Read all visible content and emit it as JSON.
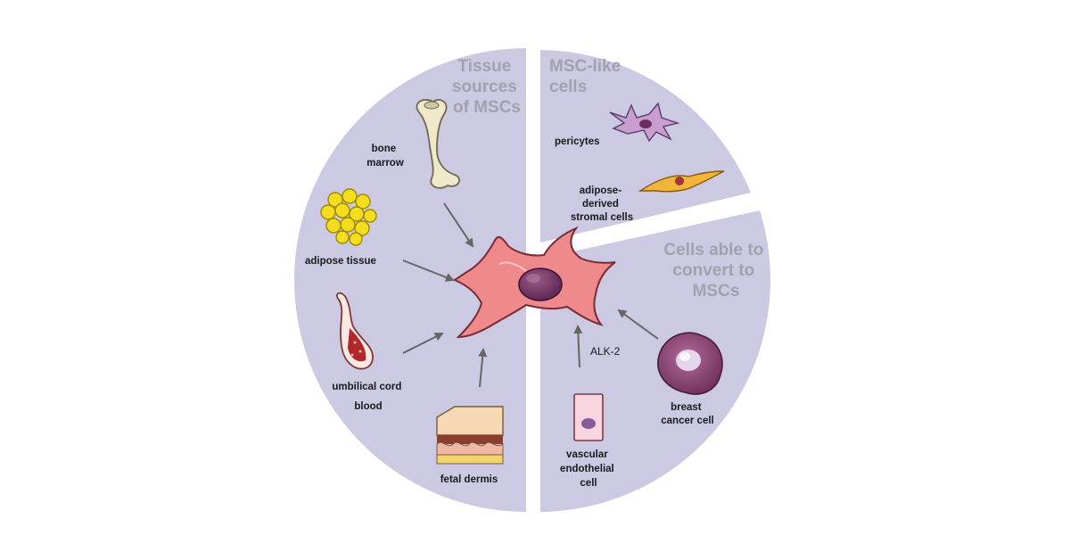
{
  "sections": {
    "tissue_sources": {
      "title_lines": [
        "Tissue",
        "sources",
        "of MSCs"
      ]
    },
    "msc_like": {
      "title_lines": [
        "MSC-like",
        "cells"
      ]
    },
    "convertible": {
      "title_lines": [
        "Cells able to",
        "convert to",
        "MSCs"
      ]
    }
  },
  "labels": {
    "bone_marrow": [
      "bone",
      "marrow"
    ],
    "adipose_tissue": "adipose tissue",
    "umbilical_cord_blood": [
      "umbilical cord",
      "blood"
    ],
    "fetal_dermis": "fetal dermis",
    "pericytes": "pericytes",
    "adipose_derived_stromal": [
      "adipose-",
      "derived",
      "stromal cells"
    ],
    "breast_cancer_cell": [
      "breast",
      "cancer cell"
    ],
    "vascular_endothelial_cell": [
      "vascular",
      "endothelial",
      "cell"
    ],
    "alk2": "ALK-2"
  },
  "colors": {
    "section_fill": "#cccae3",
    "msc_cell": "#ef8a8c",
    "msc_nucleus": "#6e2f5e",
    "arrow": "#666666",
    "title_text": "#a2a2ae"
  },
  "icons": {
    "center": "msc-cell-icon",
    "bone": "bone-icon",
    "fat": "fat-cells-icon",
    "cord": "umbilical-cord-icon",
    "skin": "skin-layer-icon",
    "pericyte": "pericyte-cell-icon",
    "stromal": "stromal-cell-icon",
    "cancer": "cancer-cell-icon",
    "endothelial": "endothelial-cell-icon"
  }
}
